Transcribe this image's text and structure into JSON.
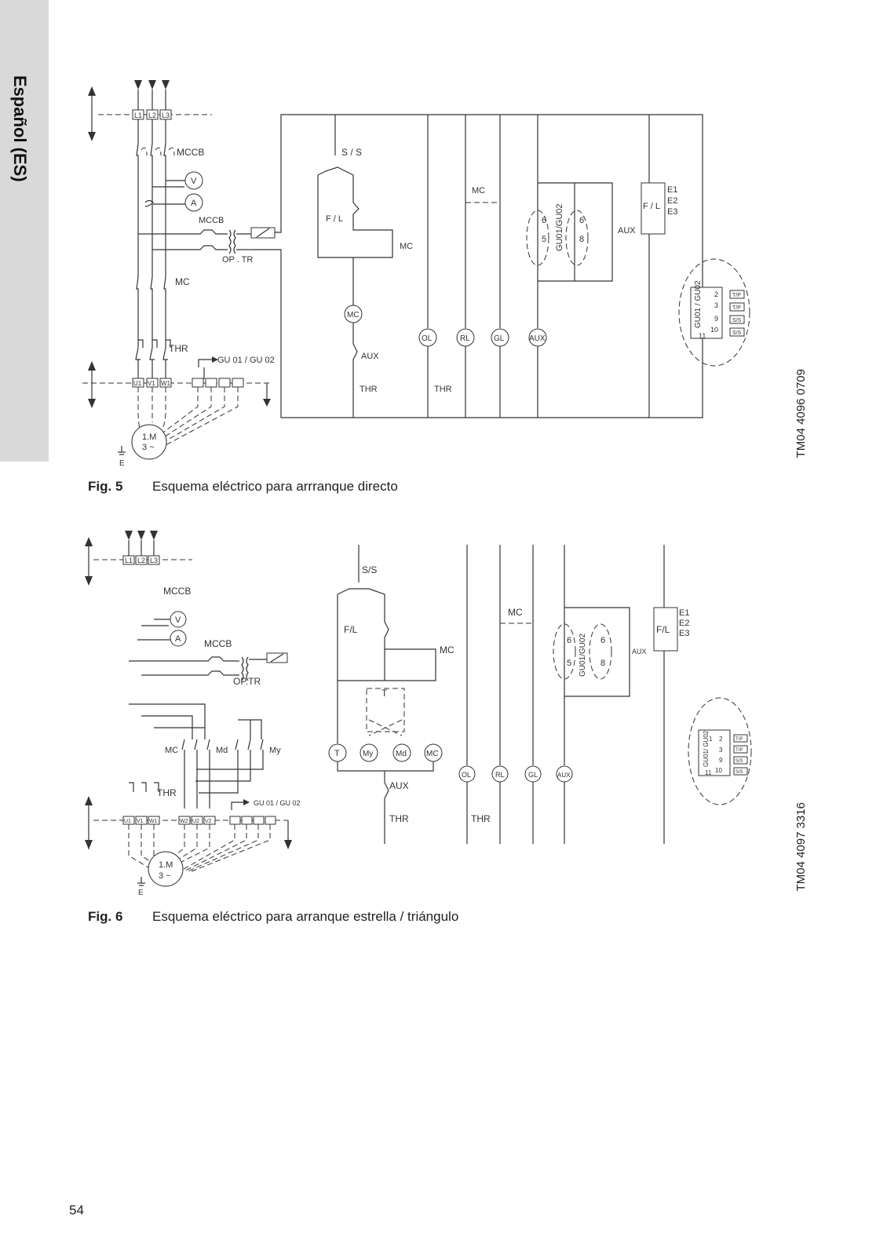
{
  "side_tab": {
    "label": "Español (ES)"
  },
  "figures": [
    {
      "caption_number": "Fig. 5",
      "caption_text": "Esquema eléctrico para arrranque directo",
      "code": "TM04 4096 0709",
      "labels": {
        "l1": "L1",
        "l2": "L2",
        "l3": "L3",
        "mccb": "MCCB",
        "mccb2": "MCCB",
        "v": "V",
        "a": "A",
        "optr": "OP . TR",
        "mc_main": "MC",
        "thr_main": "THR",
        "gu": "GU 01 / GU 02",
        "u1": "U1",
        "v1": "V1",
        "w1": "W1",
        "motor_1": "1.M",
        "motor_2": "3 ~",
        "earth": "E",
        "ss": "S / S",
        "fl": "F / L",
        "mc_hold": "MC",
        "mc_coil": "MC",
        "aux": "AUX",
        "thr1": "THR",
        "thr2": "THR",
        "ol": "OL",
        "rl": "RL",
        "gl": "GL",
        "aux_lamp": "AUX",
        "mc_aux": "MC",
        "gu_vert": "GU01/GU02",
        "six_a": "6",
        "five": "5",
        "six_b": "6",
        "eight": "8",
        "aux_contact": "AUX",
        "fl_box": "F / L",
        "e1": "E1",
        "e2": "E2",
        "e3": "E3",
        "gu_box": "GU01 / GU02",
        "t2": "2",
        "t3": "3",
        "t9": "9",
        "t10": "10",
        "t11": "11",
        "tp1": "T/P",
        "tp2": "T/P",
        "ss1": "S/S",
        "ss2": "S/S"
      }
    },
    {
      "caption_number": "Fig. 6",
      "caption_text": "Esquema eléctrico para arranque estrella / triángulo",
      "code": "TM04 4097 3316",
      "labels": {
        "l1": "L1",
        "l2": "L2",
        "l3": "L3",
        "mccb": "MCCB",
        "mccb2": "MCCB",
        "v": "V",
        "a": "A",
        "optr": "OP.TR",
        "mc_main": "MC",
        "md_main": "Md",
        "my_main": "My",
        "thr_main": "THR",
        "gu": "GU 01 / GU 02",
        "u1": "U1",
        "v1": "V1",
        "w1": "W1",
        "w2": "W2",
        "u2": "U2",
        "v2": "V2",
        "motor_1": "1.M",
        "motor_2": "3 ~",
        "earth": "E",
        "ss": "S/S",
        "fl": "F/L",
        "mc_hold": "MC",
        "t_timer": "T",
        "t_coil": "T",
        "my_coil": "My",
        "md_coil": "Md",
        "mc_coil": "MC",
        "aux": "AUX",
        "thr1": "THR",
        "thr2": "THR",
        "ol": "OL",
        "rl": "RL",
        "gl": "GL",
        "aux_lamp": "AUX",
        "mc_aux": "MC",
        "gu_vert": "GU01/GU02",
        "six_a": "6",
        "five": "5",
        "six_b": "6",
        "eight": "8",
        "aux_contact": "AUX",
        "fl_box": "F/L",
        "e1": "E1",
        "e2": "E2",
        "e3": "E3",
        "gu_box": "GU01/ GU02",
        "t1": "1",
        "t2": "2",
        "t3": "3",
        "t9": "9",
        "t10": "10",
        "t11": "11",
        "tp1": "T/P",
        "tp2": "T/P",
        "ss1": "S/S",
        "ss2": "S/S"
      }
    }
  ],
  "page_number": "54"
}
